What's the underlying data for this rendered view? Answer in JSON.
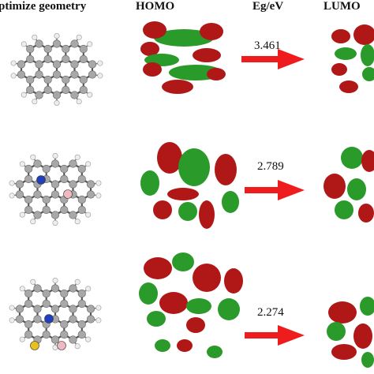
{
  "headers": {
    "geometry": "ptimize geometry",
    "homo": "HOMO",
    "gap": "Eg/eV",
    "lumo": "LUMO"
  },
  "rows": [
    {
      "gap_value": "3.461"
    },
    {
      "gap_value": "2.789"
    },
    {
      "gap_value": "2.274"
    }
  ],
  "colors": {
    "carbon": "#a8a8a8",
    "hydrogen": "#eeeeee",
    "nitrogen": "#1f3fbf",
    "boron": "#f0b8c0",
    "sulfur": "#e8c21a",
    "orbital_positive": "#b01818",
    "orbital_negative": "#2a9a2a",
    "arrow": "#ee1c1c"
  }
}
